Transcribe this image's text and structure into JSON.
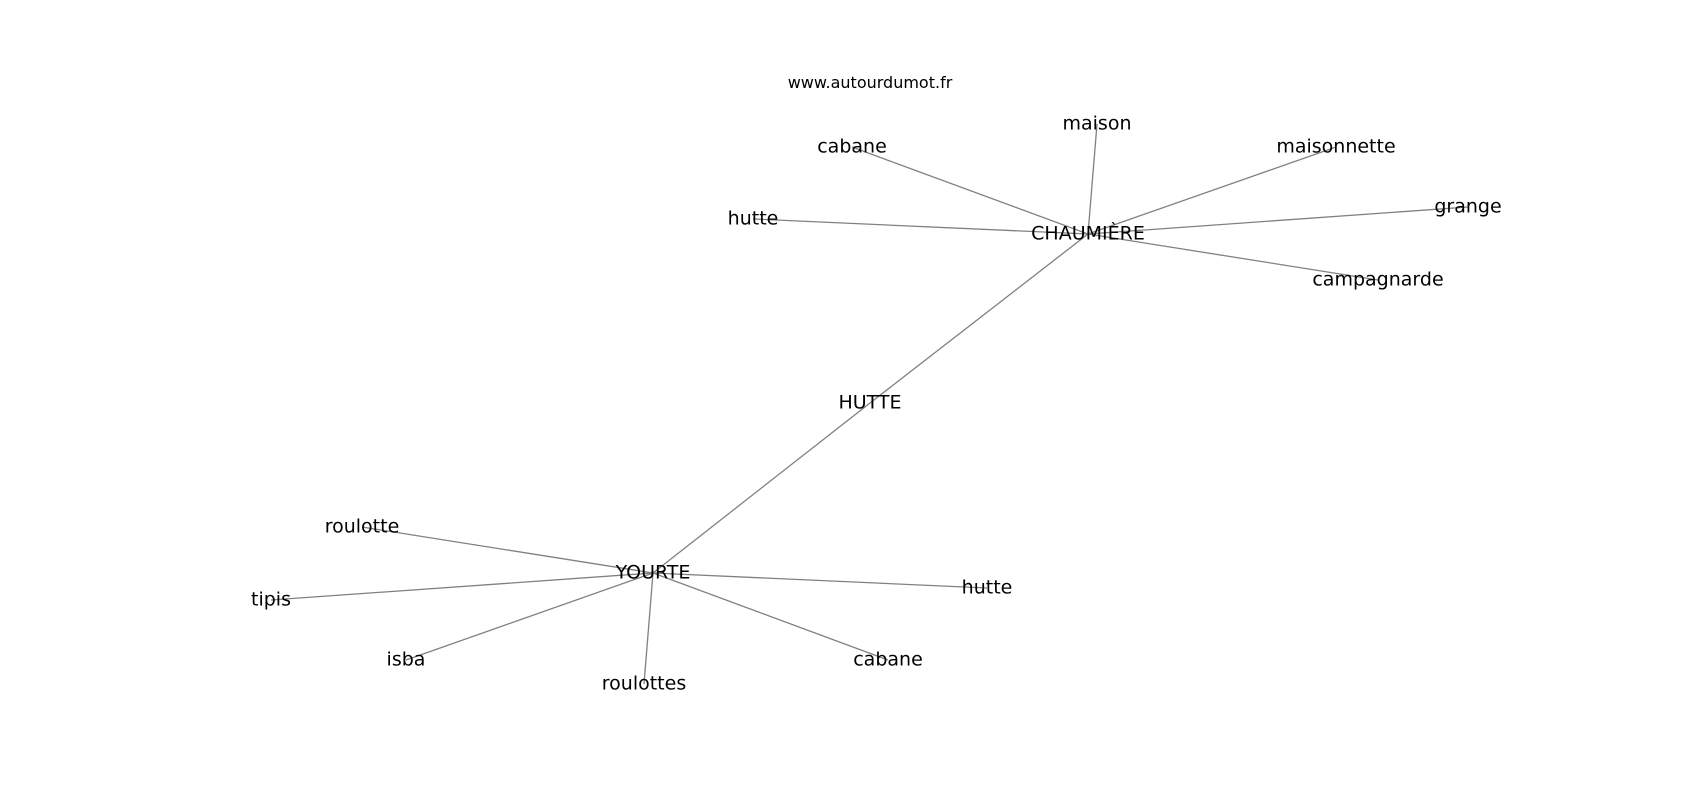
{
  "site": "www.autourdumot.fr",
  "nodes": [
    {
      "id": "hutte-center",
      "label": "HUTTE"
    },
    {
      "id": "chaumiere",
      "label": "CHAUMIÈRE"
    },
    {
      "id": "yourte",
      "label": "YOURTE"
    },
    {
      "id": "maison",
      "label": "maison"
    },
    {
      "id": "cabane-top",
      "label": "cabane"
    },
    {
      "id": "maisonnette",
      "label": "maisonnette"
    },
    {
      "id": "grange",
      "label": "grange"
    },
    {
      "id": "hutte-top",
      "label": "hutte"
    },
    {
      "id": "campagnarde",
      "label": "campagnarde"
    },
    {
      "id": "roulotte",
      "label": "roulotte"
    },
    {
      "id": "tipis",
      "label": "tipis"
    },
    {
      "id": "isba",
      "label": "isba"
    },
    {
      "id": "roulottes",
      "label": "roulottes"
    },
    {
      "id": "cabane-bottom",
      "label": "cabane"
    },
    {
      "id": "hutte-bottom",
      "label": "hutte"
    }
  ],
  "edges": [
    [
      "hutte-center",
      "chaumiere"
    ],
    [
      "hutte-center",
      "yourte"
    ],
    [
      "chaumiere",
      "maison"
    ],
    [
      "chaumiere",
      "cabane-top"
    ],
    [
      "chaumiere",
      "maisonnette"
    ],
    [
      "chaumiere",
      "grange"
    ],
    [
      "chaumiere",
      "hutte-top"
    ],
    [
      "chaumiere",
      "campagnarde"
    ],
    [
      "yourte",
      "roulotte"
    ],
    [
      "yourte",
      "tipis"
    ],
    [
      "yourte",
      "isba"
    ],
    [
      "yourte",
      "roulottes"
    ],
    [
      "yourte",
      "cabane-bottom"
    ],
    [
      "yourte",
      "hutte-bottom"
    ]
  ]
}
